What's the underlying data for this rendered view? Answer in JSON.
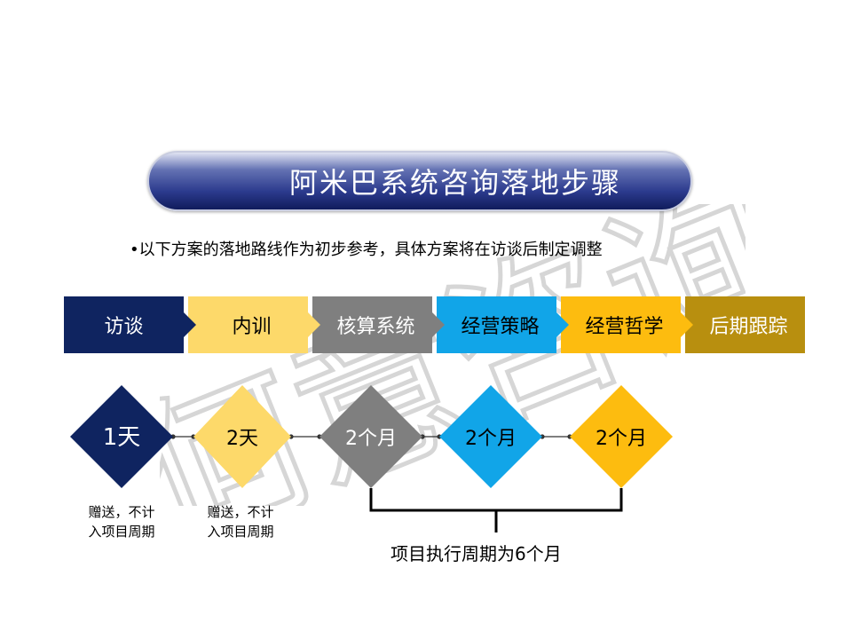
{
  "title": "阿米巴系统咨询落地步骤",
  "subtitle": "•以下方案的落地路线作为初步参考，具体方案将在访谈后制定调整",
  "steps": [
    {
      "label": "访谈",
      "color": "#0f2460",
      "text_color": "#ffffff"
    },
    {
      "label": "内训",
      "color": "#fdd96a",
      "text_color": "#000000"
    },
    {
      "label": "核算系统",
      "color": "#7f7f7f",
      "text_color": "#ffffff"
    },
    {
      "label": "经营策略",
      "color": "#11a5e8",
      "text_color": "#000000"
    },
    {
      "label": "经营哲学",
      "color": "#fdbc0f",
      "text_color": "#000000"
    },
    {
      "label": "后期跟踪",
      "color": "#b88f0f",
      "text_color": "#ffffff"
    }
  ],
  "durations": [
    {
      "label": "1天",
      "color": "#0f2460",
      "text_color": "#ffffff"
    },
    {
      "label": "2天",
      "color": "#fdd96a",
      "text_color": "#000000"
    },
    {
      "label": "2个月",
      "color": "#7f7f7f",
      "text_color": "#ffffff"
    },
    {
      "label": "2个月",
      "color": "#11a5e8",
      "text_color": "#000000"
    },
    {
      "label": "2个月",
      "color": "#fdbc0f",
      "text_color": "#000000"
    }
  ],
  "notes": [
    {
      "line1": "赠送，不计",
      "line2": "入项目周期"
    },
    {
      "line1": "赠送，不计",
      "line2": "入项目周期"
    }
  ],
  "period_label": "项目执行周期为6个月",
  "watermark": "何意咨询"
}
